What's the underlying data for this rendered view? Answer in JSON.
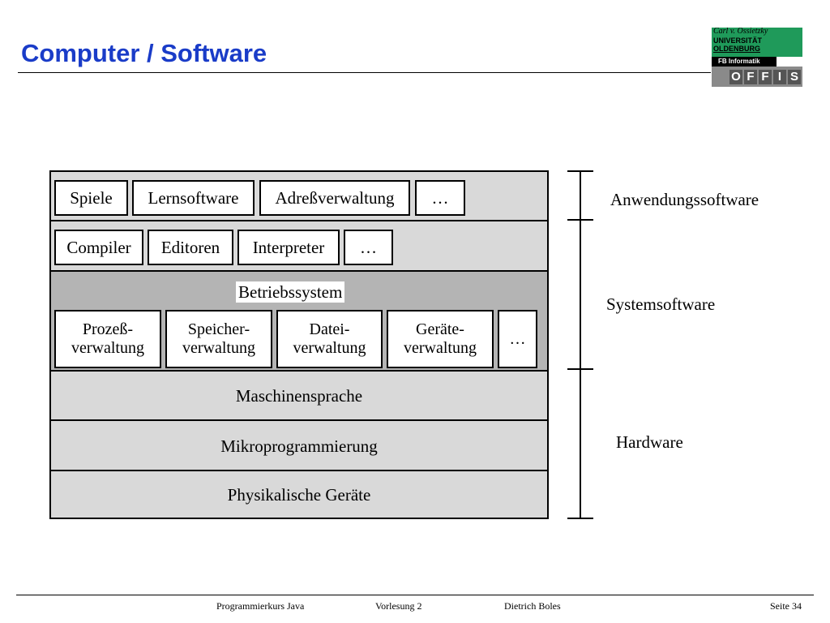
{
  "slide": {
    "title": "Computer / Software"
  },
  "logo": {
    "signature": "Carl v. Ossietzky",
    "line1": "UNIVERSITÄT",
    "line2": "OLDENBURG",
    "fb": "FB Informatik",
    "letters": [
      "O",
      "F",
      "F",
      "I",
      "S"
    ]
  },
  "diagram": {
    "application_boxes": [
      "Spiele",
      "Lernsoftware",
      "Adreßverwaltung",
      "…"
    ],
    "tool_boxes": [
      "Compiler",
      "Editoren",
      "Interpreter",
      "…"
    ],
    "os_label": "Betriebssystem",
    "os_boxes": [
      {
        "line1": "Prozeß-",
        "line2": "verwaltung"
      },
      {
        "line1": "Speicher-",
        "line2": "verwaltung"
      },
      {
        "line1": "Datei-",
        "line2": "verwaltung"
      },
      {
        "line1": "Geräte-",
        "line2": "verwaltung"
      },
      {
        "line1": "…",
        "line2": ""
      }
    ],
    "machine_language": "Maschinensprache",
    "microprogramming": "Mikroprogrammierung",
    "physical_devices": "Physikalische Geräte"
  },
  "side_labels": {
    "application": "Anwendungssoftware",
    "system": "Systemsoftware",
    "hardware": "Hardware"
  },
  "footer": {
    "course": "Programmierkurs Java",
    "lecture": "Vorlesung 2",
    "author": "Dietrich Boles",
    "page": "Seite 34"
  },
  "colors": {
    "title": "#1a3cc8",
    "row_fill": "#d9d9d9",
    "os_fill": "#b4b4b4",
    "logo_green": "#1f9a5a"
  }
}
